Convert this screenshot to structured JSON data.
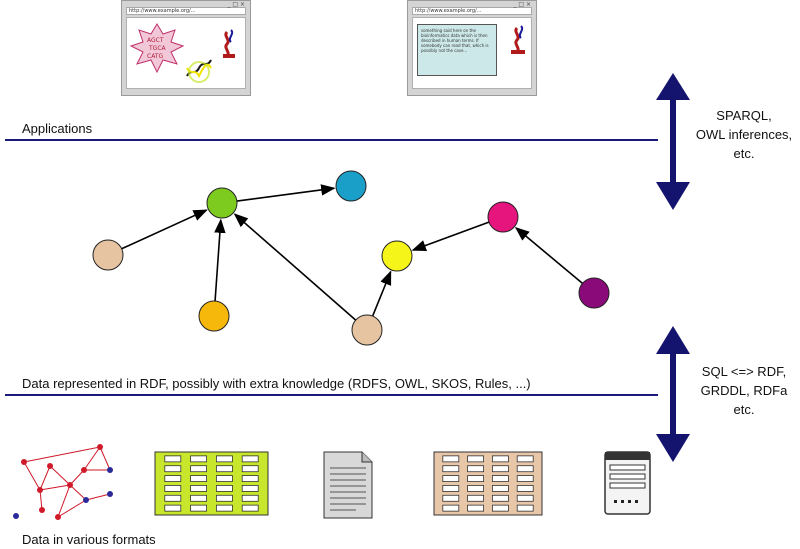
{
  "labels": {
    "applications": "Applications",
    "data_rdf": "Data represented in RDF, possibly with extra knowledge (RDFS, OWL, SKOS, Rules, ...)",
    "data_formats": "Data in various formats",
    "top_side": [
      "SPARQL,",
      "OWL inferences,",
      "etc."
    ],
    "bottom_side": [
      "SQL <=> RDF,",
      "GRDDL, RDFa",
      "etc."
    ]
  },
  "browsers": [
    {
      "url": "http://www.example.org/...",
      "controls": "_ □ ×"
    },
    {
      "url": "http://www.example.org/...",
      "controls": "_ □ ×",
      "note": "something said here on the bioinformatics data which is then described in human terms. If somebody can read that, which is possibly not the case..."
    }
  ],
  "colors": {
    "divider": "#1a1a7a",
    "arrow": "#14146e",
    "tan": "#e7c4a1",
    "green": "#7ecb1f",
    "cyan": "#1aa0c8",
    "orange": "#f6b80a",
    "yellow": "#f5f51a",
    "magenta": "#e6157d",
    "purple": "#8a0a7a",
    "spreadsheet_green": "#c8e62b",
    "spreadsheet_tan": "#e8c6a8"
  },
  "nodes": [
    {
      "id": "tan-left",
      "color": "tan"
    },
    {
      "id": "green-hub",
      "color": "green"
    },
    {
      "id": "cyan-top",
      "color": "cyan"
    },
    {
      "id": "orange-bottom",
      "color": "orange"
    },
    {
      "id": "tan-middle",
      "color": "tan"
    },
    {
      "id": "yellow",
      "color": "yellow"
    },
    {
      "id": "magenta",
      "color": "magenta"
    },
    {
      "id": "purple",
      "color": "purple"
    }
  ],
  "edges": [
    {
      "from": "tan-left",
      "to": "green-hub"
    },
    {
      "from": "green-hub",
      "to": "cyan-top"
    },
    {
      "from": "orange-bottom",
      "to": "green-hub"
    },
    {
      "from": "tan-middle",
      "to": "green-hub"
    },
    {
      "from": "tan-middle",
      "to": "yellow"
    },
    {
      "from": "magenta",
      "to": "yellow"
    },
    {
      "from": "purple",
      "to": "magenta"
    }
  ],
  "formats": [
    {
      "icon": "graph-network-icon"
    },
    {
      "icon": "green-spreadsheet-icon"
    },
    {
      "icon": "document-icon"
    },
    {
      "icon": "tan-spreadsheet-icon"
    },
    {
      "icon": "web-form-icon"
    }
  ]
}
